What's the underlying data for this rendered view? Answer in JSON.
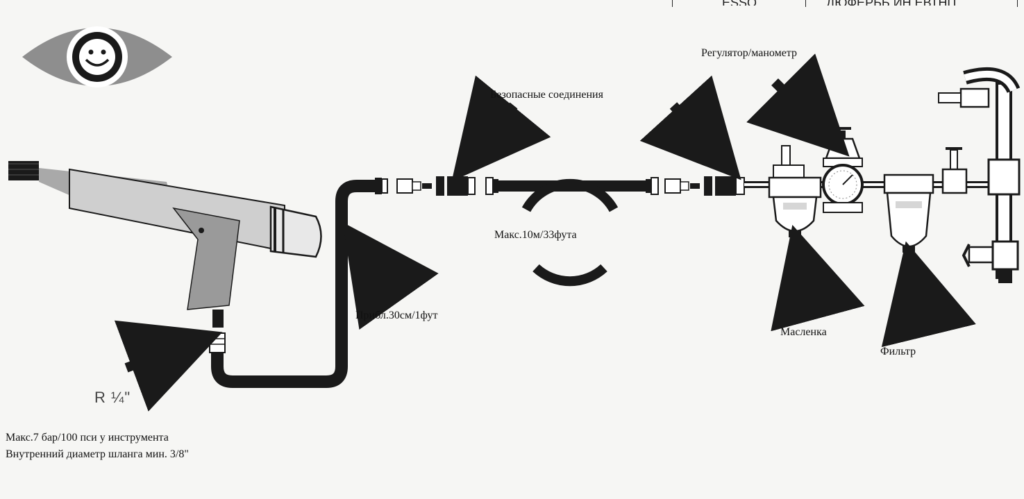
{
  "header": {
    "cell_1": "ESSO",
    "cell_2": "ДЮФЕРЬЬ ИН ЕВТНП"
  },
  "labels": {
    "regulator": "Регулятор/манометр",
    "safe_couplings": "Безопасные соединения",
    "max_hose": "Макс.10м/33фута",
    "whip_hose": "Прибл.30см/1фут",
    "thread": "R ¼\"",
    "lubricator": "Масленка",
    "filter": "Фильтр",
    "note_pressure": "Макс.7 бар/100 пси у инструмента",
    "note_hose": "Внутренний диаметр шланга мин. 3/8\""
  },
  "icons": {
    "eye": "eye-smiley-icon",
    "arrow": "arrow-icon"
  },
  "colors": {
    "ink": "#1a1a1a",
    "tool_body": "#c9c9c9",
    "tool_grip": "#9a9a9a",
    "eye_ring": "#8e8e8e",
    "paper": "#f6f6f4"
  }
}
